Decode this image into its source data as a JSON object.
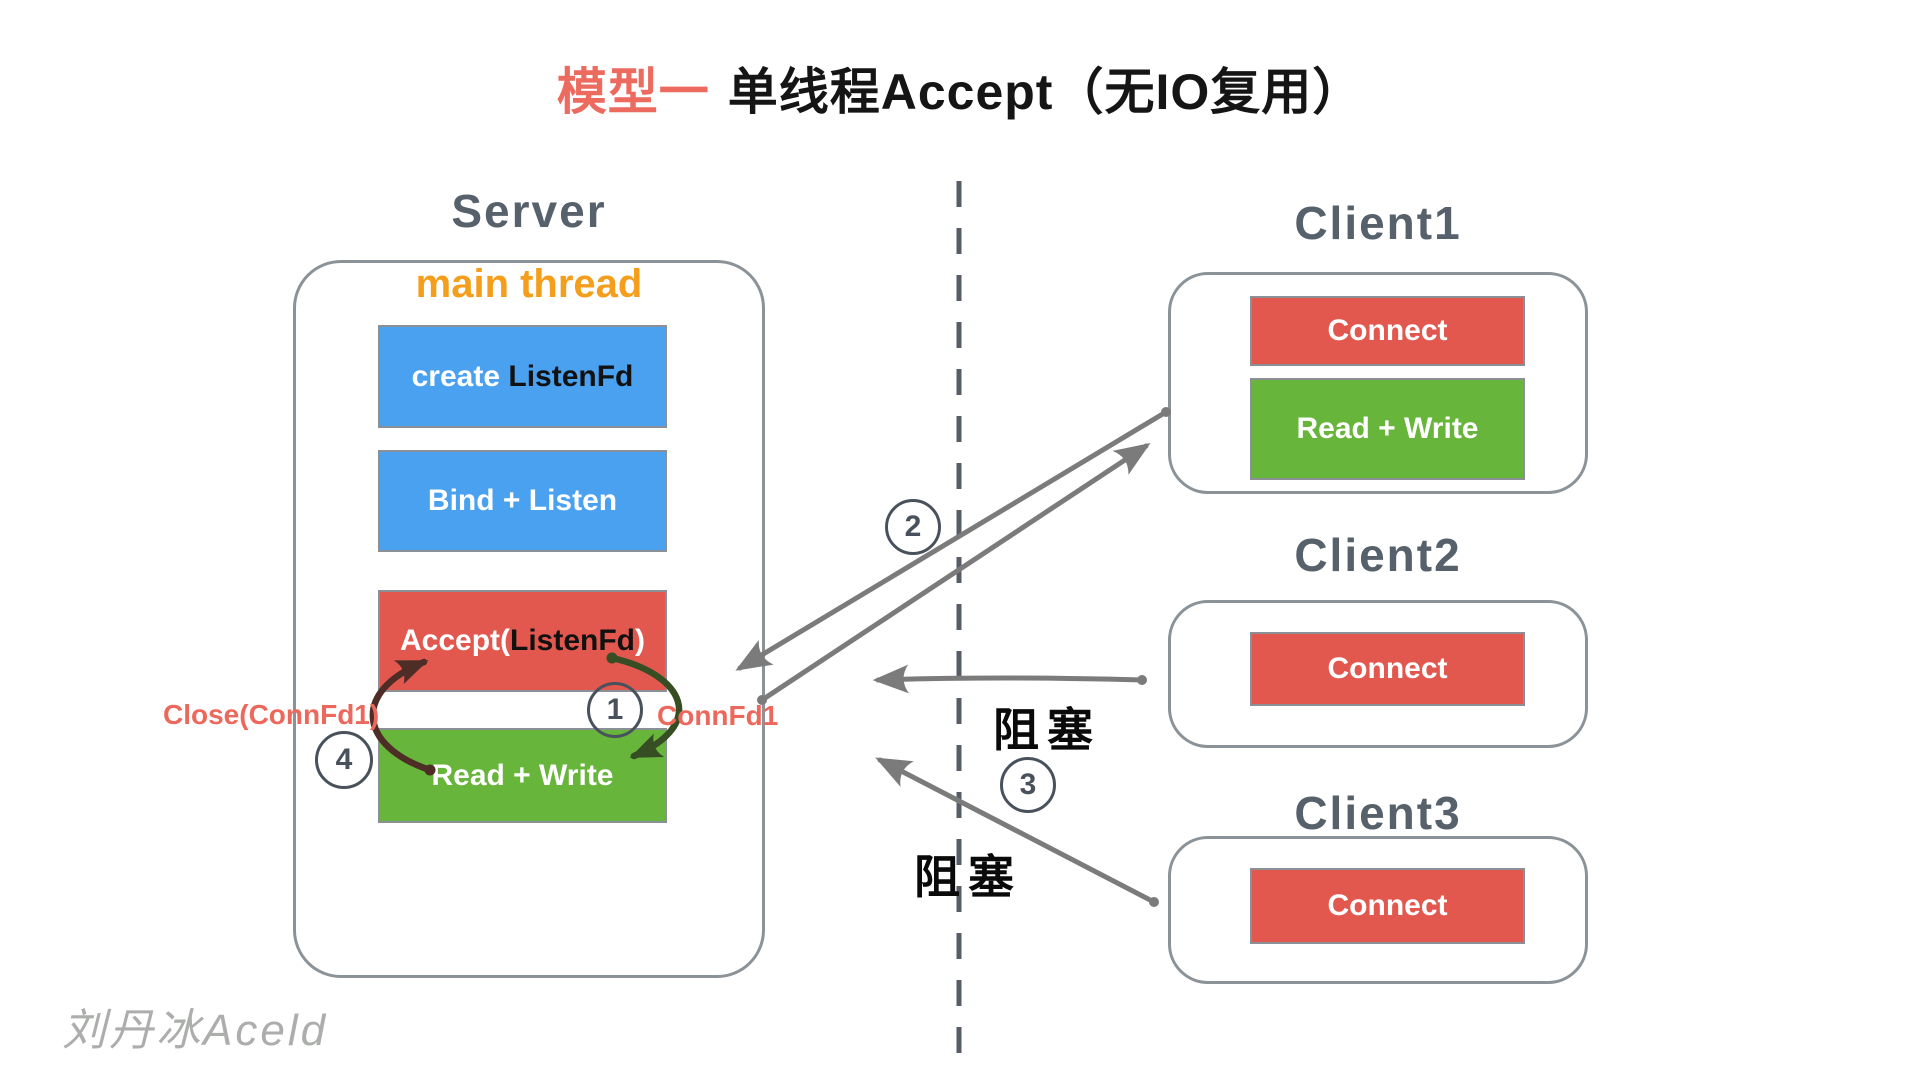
{
  "title": {
    "model_label": "模型一",
    "main_text": "单线程Accept（无IO复用）"
  },
  "server": {
    "label": "Server",
    "thread_label": "main thread",
    "steps": [
      {
        "white_prefix": "create ",
        "highlight": "ListenFd",
        "white_suffix": ""
      },
      {
        "white_prefix": "Bind + Listen",
        "highlight": "",
        "white_suffix": ""
      },
      {
        "white_prefix": "Accept(",
        "highlight": "ListenFd",
        "white_suffix": ")"
      },
      {
        "white_prefix": "Read + Write",
        "highlight": "",
        "white_suffix": ""
      }
    ],
    "close_label": "Close(ConnFd1)",
    "connfd_label": "ConnFd1"
  },
  "clients": [
    {
      "label": "Client1",
      "buttons": [
        {
          "label": "Connect"
        },
        {
          "label": "Read + Write"
        }
      ]
    },
    {
      "label": "Client2",
      "buttons": [
        {
          "label": "Connect"
        }
      ]
    },
    {
      "label": "Client3",
      "buttons": [
        {
          "label": "Connect"
        }
      ]
    }
  ],
  "step_circles": [
    "1",
    "2",
    "3",
    "4"
  ],
  "blocking_labels": [
    "阻塞",
    "阻塞"
  ],
  "watermark": "刘丹冰Aceld",
  "colors": {
    "accent_red": "#ED6A5E",
    "box_blue": "#4AA1F0",
    "box_red": "#E2574E",
    "box_green": "#67B53B",
    "thread_orange": "#F49E1B",
    "label_gray": "#57616B",
    "arrow_gray": "#7B7B7B"
  }
}
